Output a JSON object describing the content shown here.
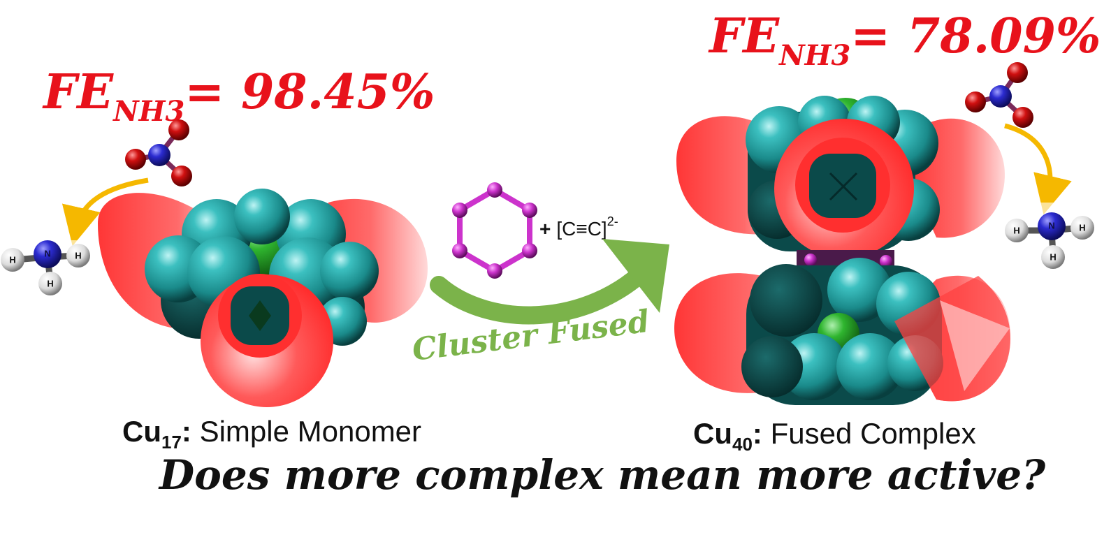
{
  "left": {
    "fe_symbol": "FE",
    "fe_subscript": "NH3",
    "fe_value": "= 98.45%",
    "caption_symbol": "Cu",
    "caption_subscript": "17",
    "caption_text": ": Simple Monomer"
  },
  "right": {
    "fe_symbol": "FE",
    "fe_subscript": "NH3",
    "fe_value": "= 78.09%",
    "caption_symbol": "Cu",
    "caption_subscript": "40",
    "caption_text": ": Fused Complex"
  },
  "middle": {
    "reagent_plus": "+",
    "reagent_formula": "[C≡C]",
    "reagent_charge": "2-",
    "process_label": "Cluster Fused"
  },
  "molecules": {
    "nitrogen_label": "N",
    "hydrogen_label": "H"
  },
  "question": "Does more complex mean more active?",
  "colors": {
    "fe_red": "#e8121b",
    "cone_red": "#ff4040",
    "cu_teal": "#1f9a9a",
    "cu_dark": "#0b4a4a",
    "core_green": "#2fb52f",
    "benzene_magenta": "#cc33cc",
    "arrow_green": "#7bb34a",
    "reaction_arrow_yellow": "#f5b800",
    "nitrate_red": "#d01010",
    "nitrogen_blue": "#2b2bd0"
  },
  "icons": {
    "nitrate": "nitrate-molecule-icon",
    "ammonia": "ammonia-molecule-icon",
    "benzene": "benzene-ring-icon"
  }
}
